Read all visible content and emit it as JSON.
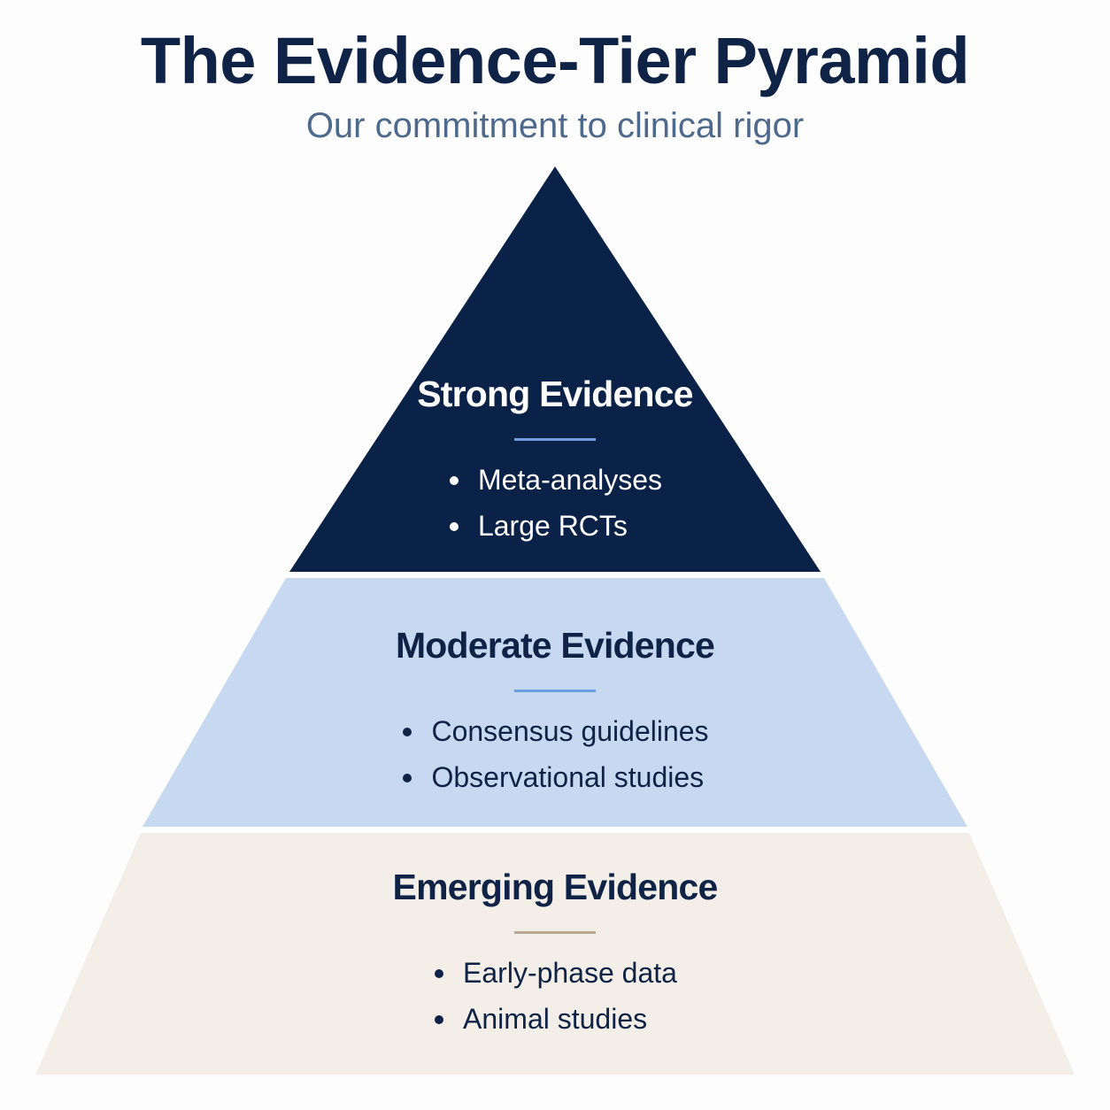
{
  "title": "The Evidence-Tier Pyramid",
  "subtitle": "Our commitment to clinical rigor",
  "colors": {
    "title": "#0f2347",
    "subtitle": "#4d6a8c",
    "tier_strong": "#0a2247",
    "tier_moderate": "#c7d9f0",
    "tier_emerging": "#f3eee7"
  },
  "tiers": [
    {
      "title": "Strong Evidence",
      "items": [
        "Meta-analyses",
        "Large RCTs"
      ]
    },
    {
      "title": "Moderate Evidence",
      "items": [
        "Consensus guidelines",
        "Observational studies"
      ]
    },
    {
      "title": "Emerging Evidence",
      "items": [
        "Early-phase data",
        "Animal studies"
      ]
    }
  ]
}
